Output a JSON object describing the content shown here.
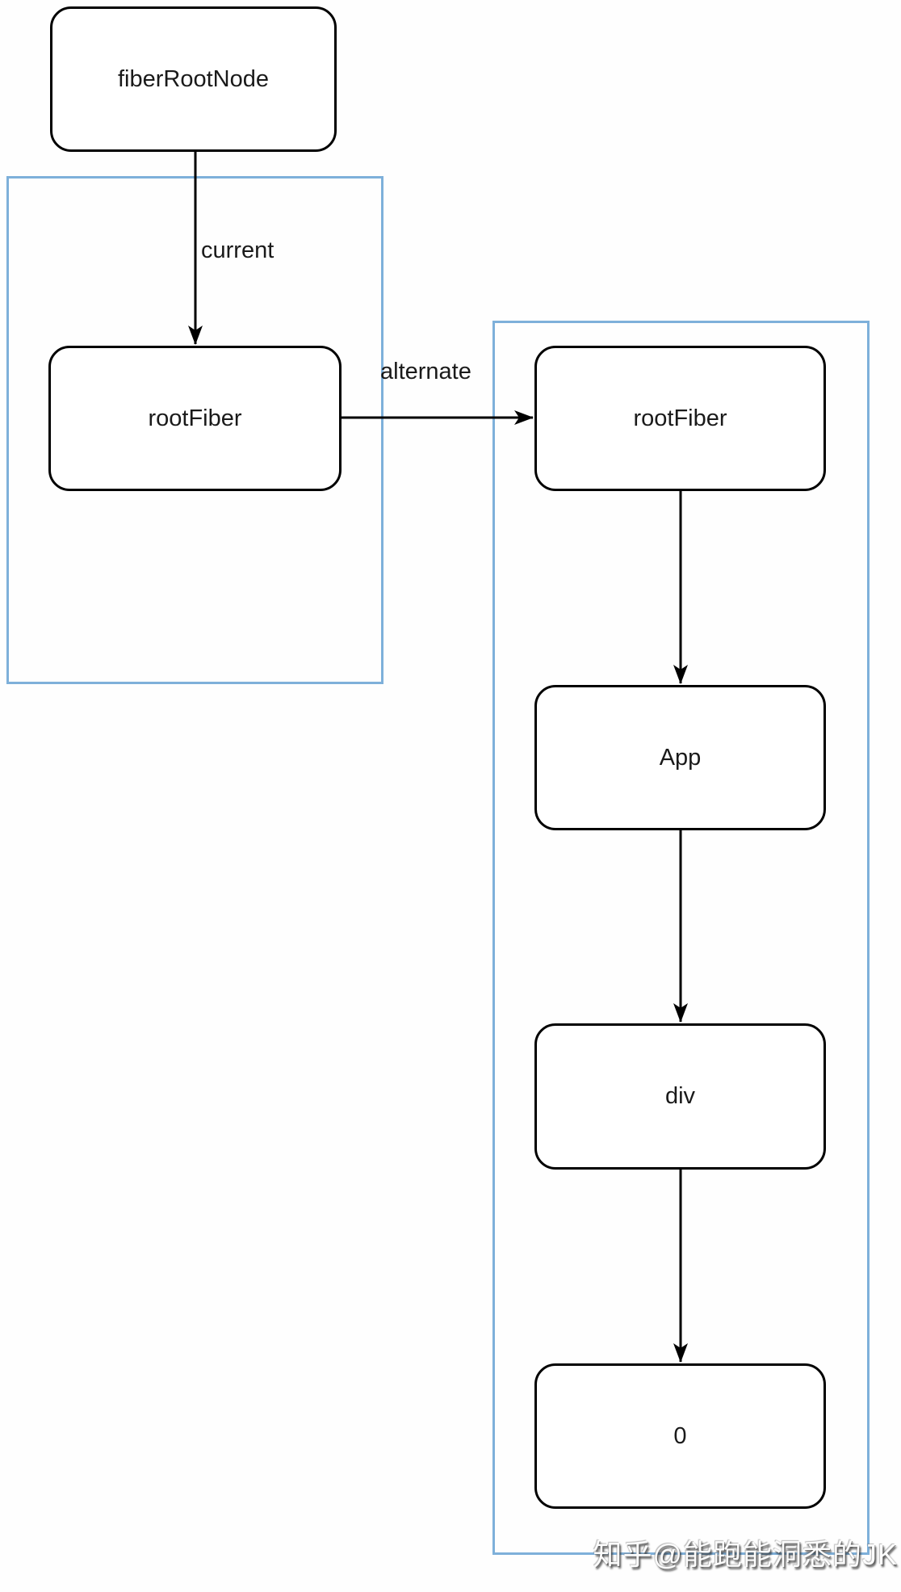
{
  "diagram": {
    "type": "flowchart",
    "nodes": {
      "fiberRootNode": {
        "label": "fiberRootNode"
      },
      "rootFiberCurrent": {
        "label": "rootFiber"
      },
      "rootFiberAlternate": {
        "label": "rootFiber"
      },
      "app": {
        "label": "App"
      },
      "divNode": {
        "label": "div"
      },
      "zero": {
        "label": "0"
      }
    },
    "edge_labels": {
      "current": "current",
      "alternate": "alternate"
    },
    "edges": [
      {
        "from": "fiberRootNode",
        "to": "rootFiberCurrent",
        "label": "current",
        "direction": "down"
      },
      {
        "from": "rootFiberCurrent",
        "to": "rootFiberAlternate",
        "label": "alternate",
        "direction": "right"
      },
      {
        "from": "rootFiberAlternate",
        "to": "app",
        "label": "",
        "direction": "down"
      },
      {
        "from": "app",
        "to": "divNode",
        "label": "",
        "direction": "down"
      },
      {
        "from": "divNode",
        "to": "zero",
        "label": "",
        "direction": "down"
      }
    ],
    "groups": [
      {
        "name": "current-tree",
        "contains": [
          "rootFiberCurrent"
        ]
      },
      {
        "name": "alternate-tree",
        "contains": [
          "rootFiberAlternate",
          "app",
          "divNode",
          "zero"
        ]
      }
    ],
    "colors": {
      "group_border": "#7eb0da",
      "node_border": "#000000",
      "node_fill": "#ffffff",
      "arrow": "#000000",
      "text": "#1a1a1a",
      "background": "#ffffff"
    }
  },
  "watermark": {
    "text": "知乎@能跑能洞悉的JK"
  }
}
